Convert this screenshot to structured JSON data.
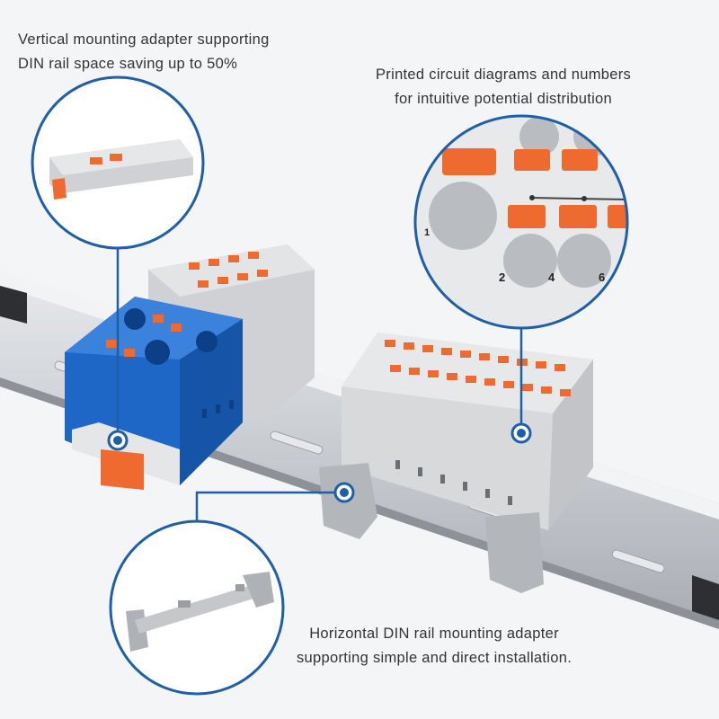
{
  "captions": {
    "vertical": {
      "line1": "Vertical mounting adapter supporting",
      "line2": "DIN rail space saving up to 50%"
    },
    "printed": {
      "line1": "Printed circuit diagrams and numbers",
      "line2": "for intuitive potential distribution"
    },
    "horizontal": {
      "line1": "Horizontal DIN rail mounting adapter",
      "line2": "supporting simple and direct installation."
    }
  },
  "detail_numbers": {
    "n1": "1",
    "n2": "2",
    "n3": "4",
    "n4": "6"
  },
  "colors": {
    "callout": "#1f5fa8",
    "blue_block": "#1e67c6",
    "grey_block": "#d9dadc",
    "orange_lever": "#ee6a2f",
    "rail": "#c9ccd1"
  }
}
